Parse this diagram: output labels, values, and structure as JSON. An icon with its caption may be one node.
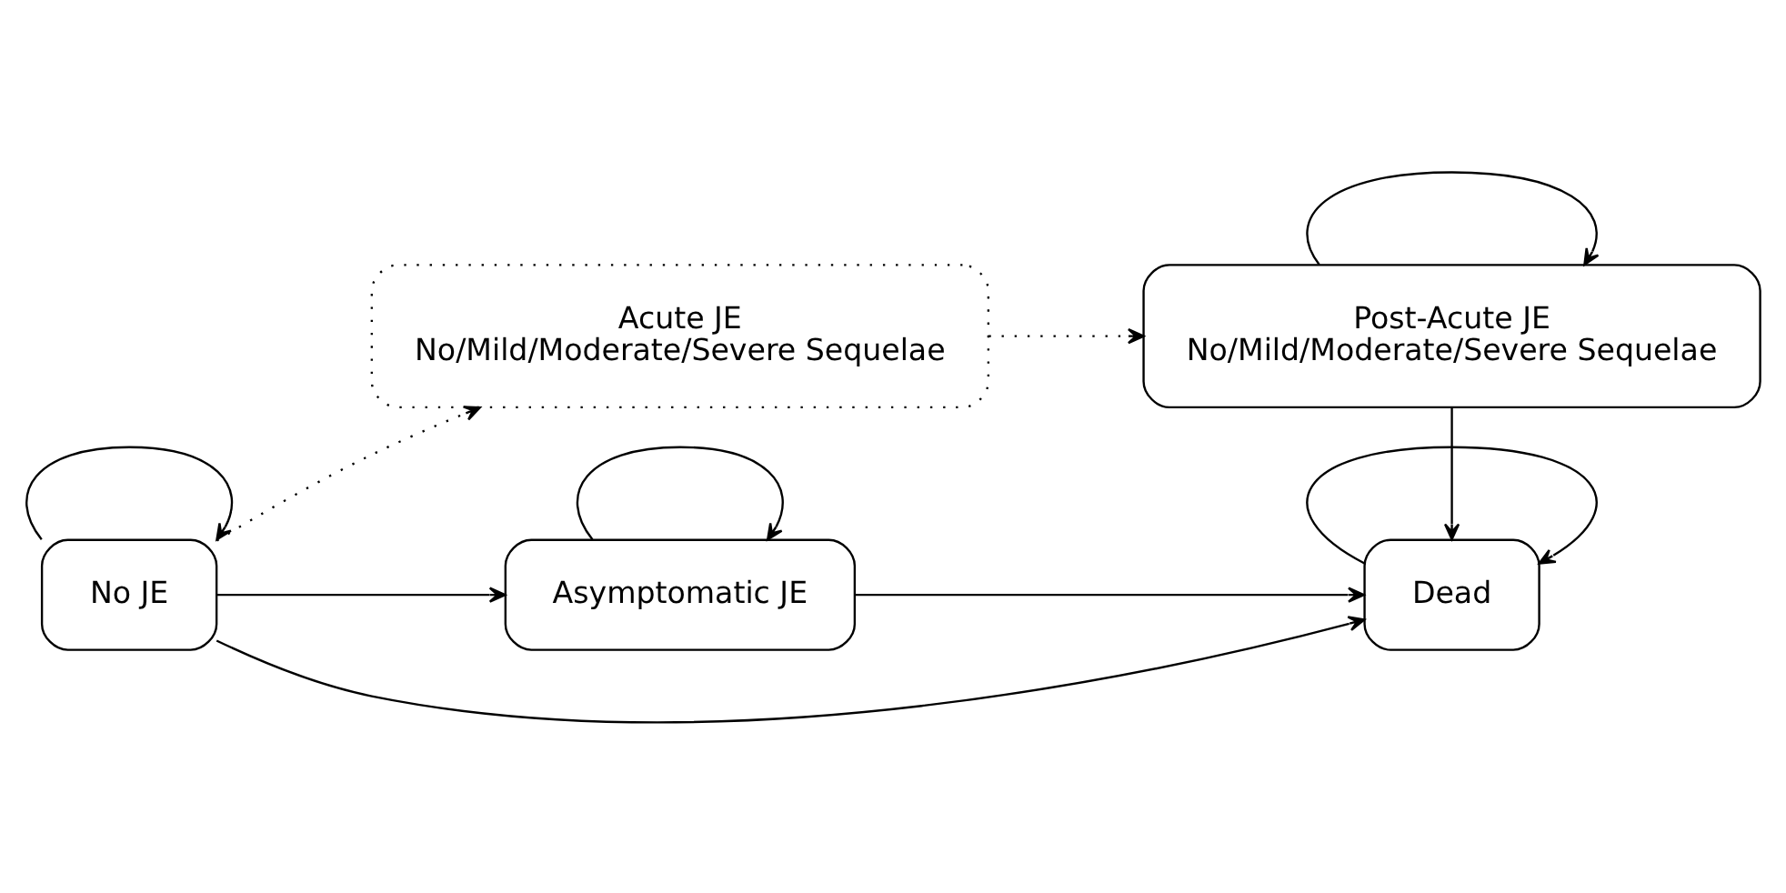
{
  "diagram": {
    "nodes": [
      {
        "text": [
          "No JE"
        ]
      },
      {
        "text": [
          "Acute JE",
          "No/Mild/Moderate/Severe Sequelae"
        ]
      },
      {
        "text": [
          "Post-Acute JE",
          "No/Mild/Moderate/Severe Sequelae"
        ]
      },
      {
        "text": [
          "Asymptomatic JE"
        ]
      },
      {
        "text": [
          "Dead"
        ]
      }
    ],
    "edges": [
      {
        "from": 0,
        "to": 0,
        "arrow": "to"
      },
      {
        "from": 0,
        "to": 1,
        "arrow": "to",
        "style": "dashed"
      },
      {
        "from": 1,
        "to": 2,
        "arrow": "to",
        "style": "dashed"
      },
      {
        "from": 2,
        "to": 2,
        "arrow": "to"
      },
      {
        "from": 3,
        "to": 3,
        "arrow": "to"
      },
      {
        "from": 0,
        "to": 3,
        "arrow": "to"
      },
      {
        "from": 3,
        "to": 4,
        "arrow": "to"
      },
      {
        "from": 2,
        "to": 4,
        "arrow": "to"
      },
      {
        "from": 0,
        "to": 4,
        "arrow": "to"
      },
      {
        "from": 4,
        "to": 4,
        "arrow": "to"
      }
    ]
  }
}
